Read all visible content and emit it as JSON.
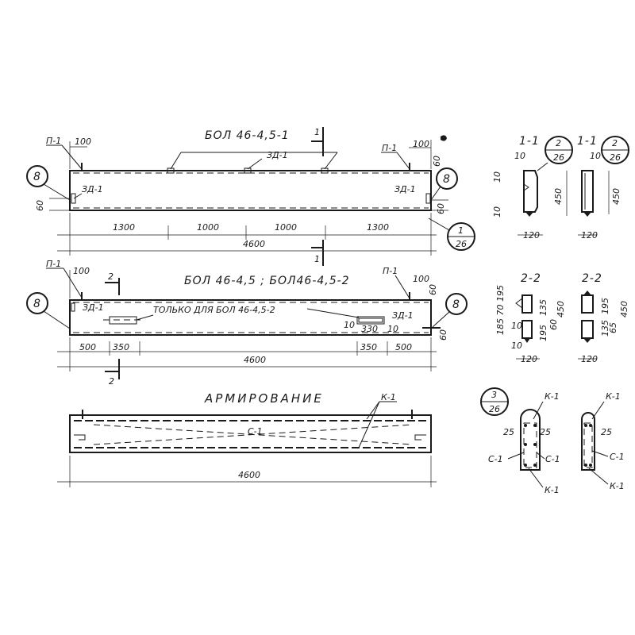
{
  "drawing": {
    "top_beam": {
      "title": "БОЛ 46-4,5-1",
      "labels": {
        "p1": "П-1",
        "zd1_mid": "ЗД-1",
        "zd1_left": "ЗД-1",
        "zd1_right": "ЗД-1",
        "cut_mark": "1"
      },
      "dims": {
        "d100_left": "100",
        "d100_right": "100",
        "d60_left": "60",
        "d60_right_top": "60",
        "d60_right_bottom": "60",
        "seg1": "1300",
        "seg2": "1000",
        "seg3": "1000",
        "seg4": "1300",
        "total": "4600"
      },
      "callout_left": "8",
      "callout_right": "8",
      "section_ref": {
        "num": "1",
        "sheet": "26"
      }
    },
    "middle_beam": {
      "title": "БОЛ 46-4,5 ; БОЛ46-4,5-2",
      "note": "ТОЛЬКО ДЛЯ БОЛ 46-4,5-2",
      "labels": {
        "p1_left": "П-1",
        "p1_right": "П-1",
        "zd1_left": "ЗД-1",
        "zd1_right": "ЗД-1",
        "cut_mark": "2"
      },
      "dims": {
        "d100": "100",
        "d60_top": "60",
        "d60_right": "60",
        "d10_a": "10",
        "d330": "330",
        "d10_b": "10",
        "left500": "500",
        "left350": "350",
        "right350": "350",
        "right500": "500",
        "total": "4600"
      },
      "callout_left": "8",
      "callout_right": "8"
    },
    "reinforcement": {
      "title": "АРМИРОВАНИЕ",
      "k1": "К-1",
      "c1": "С-1",
      "total": "4600"
    },
    "section_1_1": {
      "title_a": "1-1",
      "title_b": "1-1",
      "ref_a": {
        "num": "2",
        "sheet": "26"
      },
      "ref_b": {
        "num": "2",
        "sheet": "26"
      },
      "dims": {
        "d10_top": "10",
        "d10_bot": "10",
        "h450_a": "450",
        "h450_b": "450",
        "w120_a": "120",
        "w120_b": "120",
        "d10_b": "10"
      }
    },
    "section_2_2": {
      "title_a": "2-2",
      "title_b": "2-2",
      "dims": {
        "stack_a": "185 70 195",
        "d10_a": "10",
        "d10_b": "10",
        "d135_a": "135",
        "d195_a": "195",
        "d60_a": "60",
        "d450_a": "450",
        "d120_a": "120",
        "d195_b": "195",
        "d135_b": "135",
        "d450_b": "450",
        "d65_b": "65",
        "d120_b": "120"
      }
    },
    "section_3": {
      "ref": {
        "num": "3",
        "sheet": "26"
      },
      "k1_a": "К-1",
      "k1_b": "К-1",
      "k1_c": "К-1",
      "k1_d": "К-1",
      "c1_a": "С-1",
      "c1_b": "С-1",
      "c1_c": "С-1",
      "d25_a": "25",
      "d25_b": "25",
      "d25_c": "25"
    }
  }
}
